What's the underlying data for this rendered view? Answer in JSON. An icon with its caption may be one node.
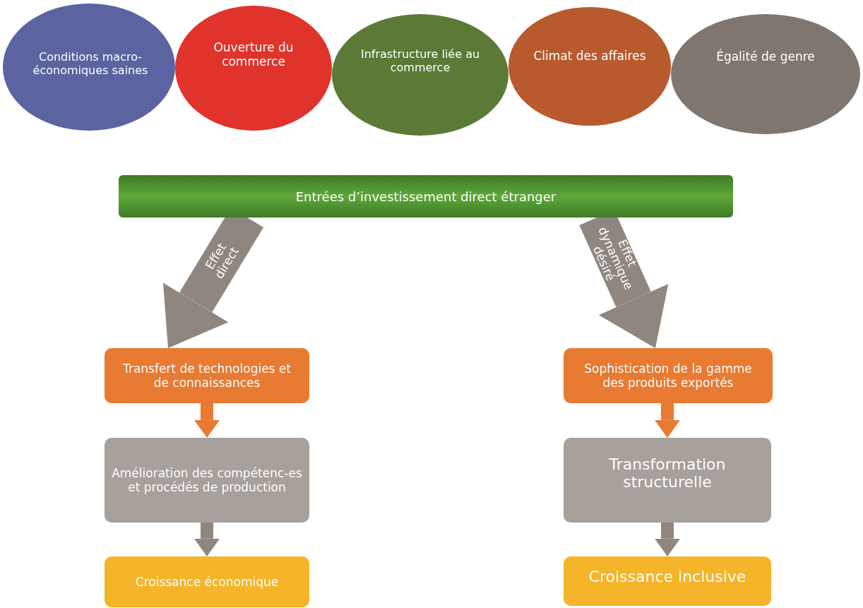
{
  "diagram": {
    "nodes": [
      {
        "text": [
          "Conditions macro-économiques saines"
        ]
      },
      {
        "text": [
          "Ouverture du commerce"
        ]
      },
      {
        "text": [
          "Infrastructure liée au commerce"
        ]
      },
      {
        "text": [
          "Climat des affaires"
        ]
      },
      {
        "text": [
          "Égalité de genre"
        ]
      },
      {
        "text": [
          "Entrées d’investissement direct étranger"
        ]
      },
      {
        "text": [
          "Transfert de technologies et de connaissances"
        ]
      },
      {
        "text": [
          "Amélioration des compétenc-es et procédés de production"
        ]
      },
      {
        "text": [
          "Croissance économique"
        ]
      },
      {
        "text": [
          "Sophistication de la gamme des produits exportés"
        ]
      },
      {
        "text": [
          "Transformation structurelle"
        ]
      },
      {
        "text": [
          "Croissance inclusive"
        ]
      }
    ],
    "edges": [
      {
        "from": 5,
        "to": 6,
        "arrow": "to",
        "label": "Effet direct",
        "style": "thick"
      },
      {
        "from": 5,
        "to": 9,
        "arrow": "to",
        "label": "Effet dynamique désiré",
        "style": "thick"
      },
      {
        "from": 6,
        "to": 7,
        "arrow": "to",
        "color": "#e97a32"
      },
      {
        "from": 7,
        "to": 8,
        "arrow": "to"
      },
      {
        "from": 9,
        "to": 10,
        "arrow": "to",
        "color": "#e97a32"
      },
      {
        "from": 10,
        "to": 11,
        "arrow": "to"
      }
    ]
  }
}
